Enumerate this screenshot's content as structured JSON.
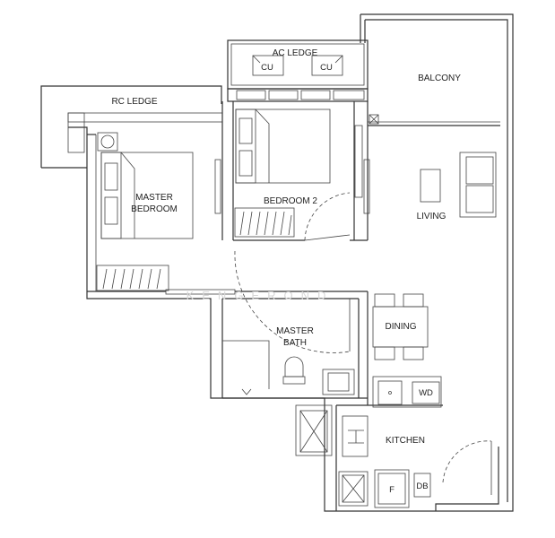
{
  "plan": {
    "rooms": {
      "ac_ledge": "AC LEDGE",
      "cu_1": "CU",
      "cu_2": "CU",
      "balcony": "BALCONY",
      "rc_ledge": "RC LEDGE",
      "master_bedroom_line1": "MASTER",
      "master_bedroom_line2": "BEDROOM",
      "bedroom_2": "BEDROOM 2",
      "living": "LIVING",
      "master_bath_line1": "MASTER",
      "master_bath_line2": "BATH",
      "dining": "DINING",
      "wd": "WD",
      "kitchen": "KITCHEN",
      "fridge": "F",
      "db": "DB"
    },
    "watermark": "KENGEROND"
  }
}
